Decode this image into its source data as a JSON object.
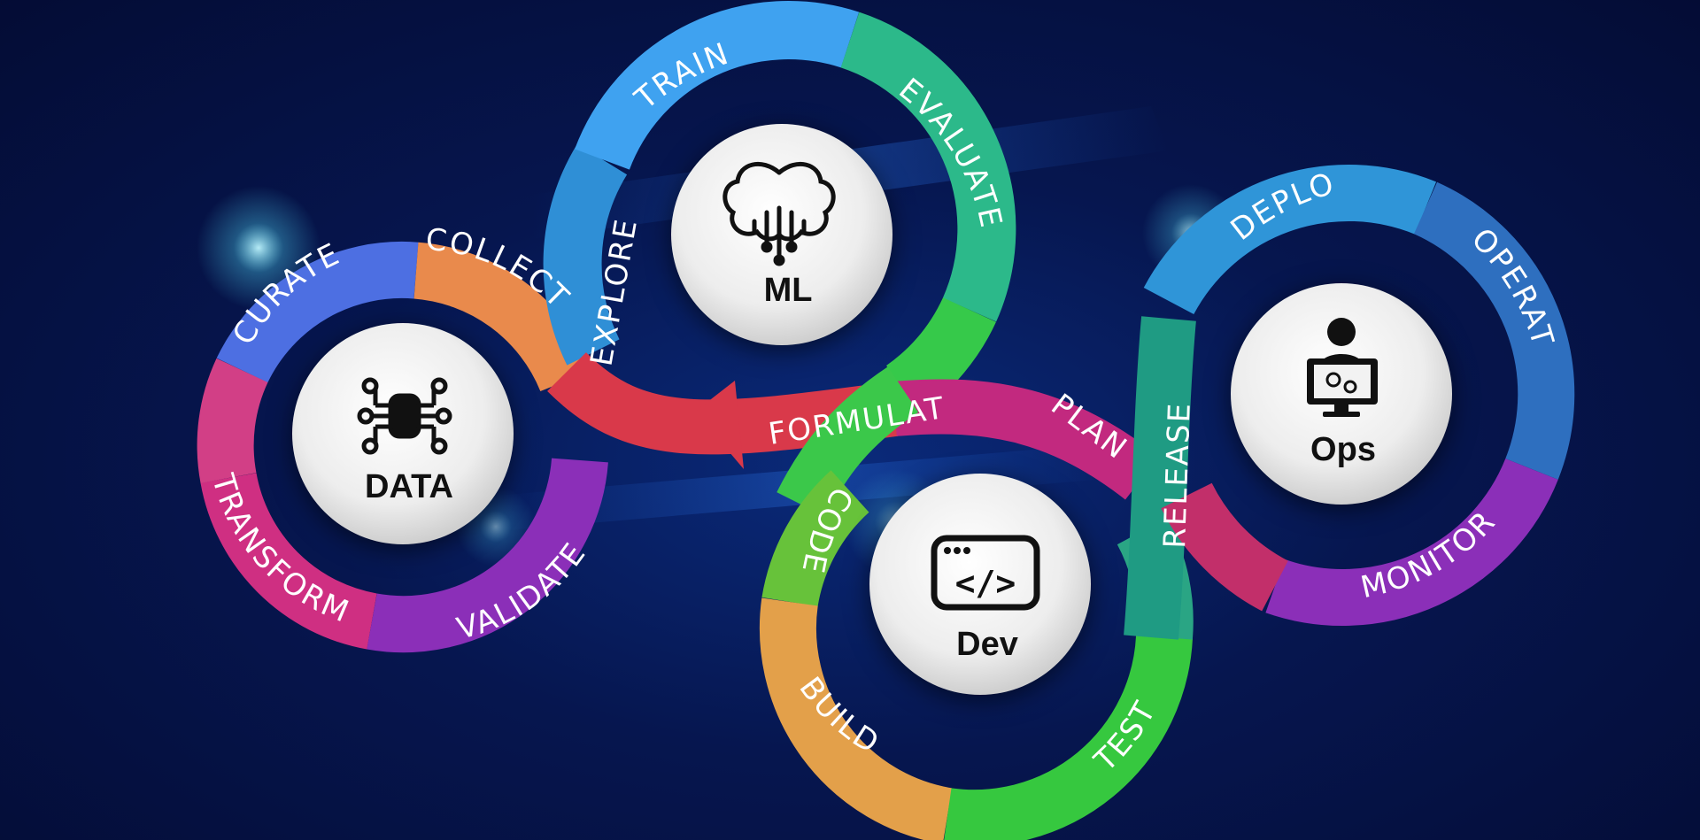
{
  "hubs": {
    "data": {
      "label": "DATA",
      "icon": "data-chip-icon"
    },
    "ml": {
      "label": "ML",
      "icon": "brain-circuit-icon"
    },
    "dev": {
      "label": "Dev",
      "icon": "code-window-icon"
    },
    "ops": {
      "label": "Ops",
      "icon": "operator-monitor-icon"
    }
  },
  "stages": {
    "curate": "CURATE",
    "collect": "COLLECT",
    "transform": "TRANSFORM",
    "validate": "VALIDATE",
    "explore": "EXPLORE",
    "train": "TRAIN",
    "evaluate": "EVALUATE",
    "formulate": "FORMULATE",
    "plan": "PLAN",
    "code": "CODE",
    "build": "BUILD",
    "test": "TEST",
    "release": "RELEASE",
    "deploy": "DEPLOY",
    "operate": "OPERATE",
    "monitor": "MONITOR"
  },
  "colors": {
    "blue": "#3f7be8",
    "cyan": "#2ac9e6",
    "teal": "#1aa39b",
    "green": "#34c83f",
    "orange": "#e98a4c",
    "red": "#d9394a",
    "magenta": "#cf2f82",
    "purple": "#8b2fb8",
    "violet": "#6a45c4",
    "yellow": "#e3c54a"
  }
}
